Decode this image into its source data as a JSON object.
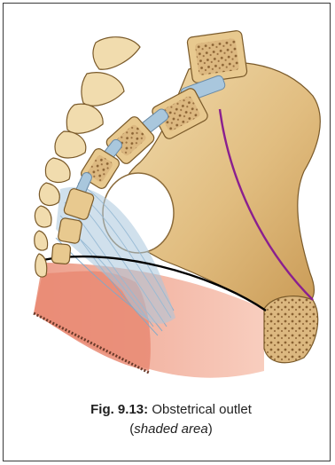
{
  "figure": {
    "caption_label": "Fig. 9.13:",
    "caption_title": "Obstetrical outlet",
    "caption_note_open": "(",
    "caption_note_italic": "shaded area",
    "caption_note_close": ")"
  },
  "colors": {
    "bone": "#e8c98f",
    "bone_shadow": "#c99a55",
    "bone_outline": "#7a5a2a",
    "cartilage": "#a9c7dd",
    "ligament": "#9cc0d8",
    "outlet_shade_dark": "#ec9a86",
    "outlet_shade_light": "#f8c9b8",
    "arc_line": "#000000",
    "purple_line": "#8a1f8f",
    "watermark": "#f3b5b5"
  }
}
